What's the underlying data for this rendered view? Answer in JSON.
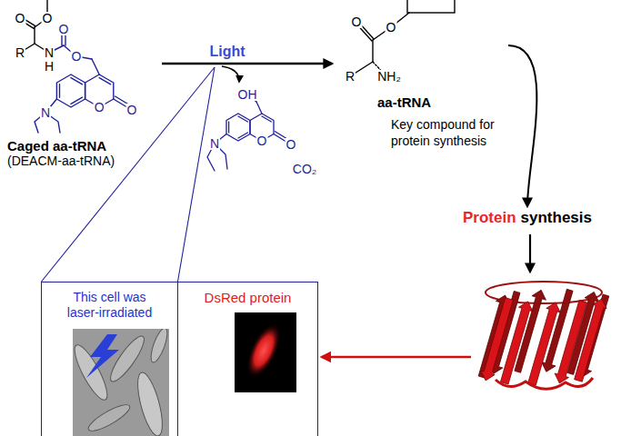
{
  "diagram": {
    "nodes": [
      {
        "text": [
          "Caged aa-tRNA",
          "(DEACM-aa-tRNA)"
        ]
      },
      {
        "text": [
          "aa-tRNA",
          "Key compound for protein synthesis"
        ]
      },
      {
        "text": [
          "Protein",
          "synthesis"
        ]
      },
      {
        "text": [
          "This cell was laser-irradiated"
        ]
      },
      {
        "text": [
          "DsRed protein"
        ]
      }
    ],
    "edges": [
      {
        "from": 0,
        "to": 1,
        "label": "Light",
        "arrow": "to"
      },
      {
        "from": 1,
        "to": 2,
        "arrow": "to"
      }
    ],
    "labels": [
      "O",
      "O",
      "R",
      "N",
      "H",
      "O",
      "O",
      "O",
      "O",
      "N",
      "OH",
      "O",
      "O",
      "N",
      "CO₂",
      "O",
      "O",
      "R",
      "NH₂"
    ]
  }
}
